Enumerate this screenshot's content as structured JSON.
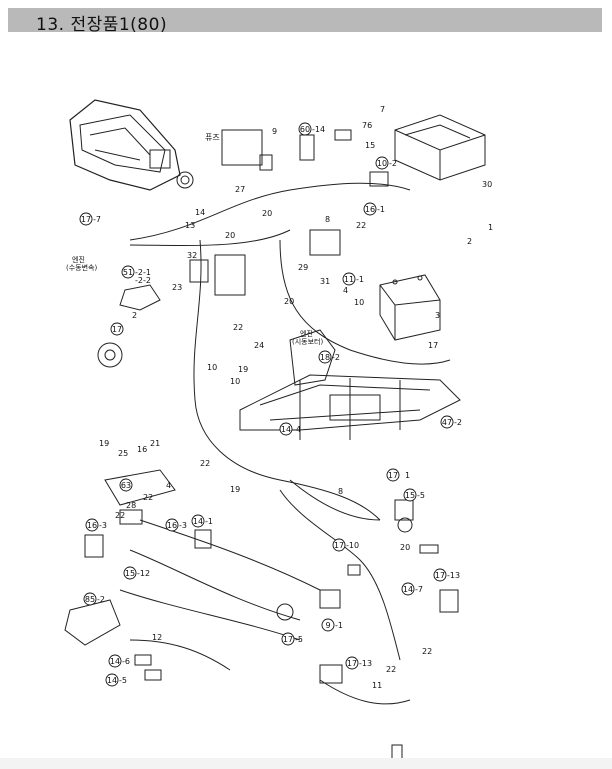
{
  "header": {
    "title": "13. 전장품1(80)"
  },
  "labels": {
    "fuse": "퓨즈",
    "engine_manual": "엔진\n(수동변속)",
    "engine_hst": "엔진\n(시동보터)"
  },
  "callouts": [
    {
      "id": "c7",
      "text": "7",
      "circled": false
    },
    {
      "id": "c60-14",
      "text": "60",
      "suffix": "-14",
      "circled": true
    },
    {
      "id": "c76",
      "text": "76",
      "circled": false
    },
    {
      "id": "c15",
      "text": "15",
      "circled": false
    },
    {
      "id": "c9",
      "text": "9",
      "circled": false
    },
    {
      "id": "c27",
      "text": "27",
      "circled": false
    },
    {
      "id": "c14a",
      "text": "14",
      "circled": false
    },
    {
      "id": "c13",
      "text": "13",
      "circled": false
    },
    {
      "id": "c10-2",
      "text": "10",
      "suffix": "-2",
      "circled": true
    },
    {
      "id": "c16-1",
      "text": "16",
      "suffix": "-1",
      "circled": true
    },
    {
      "id": "c30",
      "text": "30",
      "circled": false
    },
    {
      "id": "c1",
      "text": "1",
      "circled": false
    },
    {
      "id": "c2a",
      "text": "2",
      "circled": false
    },
    {
      "id": "c17-7",
      "text": "17",
      "suffix": "-7",
      "circled": true
    },
    {
      "id": "c20a",
      "text": "20",
      "circled": false
    },
    {
      "id": "c8a",
      "text": "8",
      "circled": false
    },
    {
      "id": "c22a",
      "text": "22",
      "circled": false
    },
    {
      "id": "c20b",
      "text": "20",
      "circled": false
    },
    {
      "id": "c32",
      "text": "32",
      "circled": false
    },
    {
      "id": "c29",
      "text": "29",
      "circled": false
    },
    {
      "id": "c11-1",
      "text": "11",
      "suffix": "-1",
      "circled": true
    },
    {
      "id": "c4a",
      "text": "4",
      "circled": false
    },
    {
      "id": "c10a",
      "text": "10",
      "circled": false
    },
    {
      "id": "c31",
      "text": "31",
      "circled": false
    },
    {
      "id": "c51",
      "text": "51",
      "suffix": "-2-1\n-2-2",
      "circled": true
    },
    {
      "id": "c2b",
      "text": "2",
      "circled": false
    },
    {
      "id": "c23",
      "text": "23",
      "circled": false
    },
    {
      "id": "c20c",
      "text": "20",
      "circled": false
    },
    {
      "id": "c3",
      "text": "3",
      "circled": false
    },
    {
      "id": "c17a",
      "text": "17",
      "circled": true
    },
    {
      "id": "c22b",
      "text": "22",
      "circled": false
    },
    {
      "id": "c24",
      "text": "24",
      "circled": false
    },
    {
      "id": "c18-2",
      "text": "18",
      "suffix": "-2",
      "circled": true
    },
    {
      "id": "c17b",
      "text": "17",
      "circled": false
    },
    {
      "id": "c10b",
      "text": "10",
      "circled": false
    },
    {
      "id": "c19a",
      "text": "19",
      "circled": false
    },
    {
      "id": "c10c",
      "text": "10",
      "circled": false
    },
    {
      "id": "c47-2",
      "text": "47",
      "suffix": "-2",
      "circled": true
    },
    {
      "id": "c14-4",
      "text": "14",
      "suffix": "-4",
      "circled": true
    },
    {
      "id": "c19b",
      "text": "19",
      "circled": false
    },
    {
      "id": "c25",
      "text": "25",
      "circled": false
    },
    {
      "id": "c16",
      "text": "16",
      "circled": false
    },
    {
      "id": "c21",
      "text": "21",
      "circled": false
    },
    {
      "id": "c22c",
      "text": "22",
      "circled": false
    },
    {
      "id": "c63",
      "text": "63",
      "circled": true
    },
    {
      "id": "c4b",
      "text": "4",
      "circled": false
    },
    {
      "id": "c19c",
      "text": "19",
      "circled": false
    },
    {
      "id": "c8b",
      "text": "8",
      "circled": false
    },
    {
      "id": "c17c",
      "text": "17",
      "circled": true
    },
    {
      "id": "c1b",
      "text": "1",
      "circled": false
    },
    {
      "id": "c15-5",
      "text": "15",
      "suffix": "-5",
      "circled": true
    },
    {
      "id": "c22d",
      "text": "22",
      "circled": false
    },
    {
      "id": "c28",
      "text": "28",
      "circled": false
    },
    {
      "id": "c16-3a",
      "text": "16",
      "suffix": "-3",
      "circled": true
    },
    {
      "id": "c22e",
      "text": "22",
      "circled": false
    },
    {
      "id": "c16-3b",
      "text": "16",
      "suffix": "-3",
      "circled": true
    },
    {
      "id": "c14-1",
      "text": "14",
      "suffix": "-1",
      "circled": true
    },
    {
      "id": "c17-10",
      "text": "17",
      "suffix": "-10",
      "circled": true
    },
    {
      "id": "c20d",
      "text": "20",
      "circled": false
    },
    {
      "id": "c15-12",
      "text": "15",
      "suffix": "-12",
      "circled": true
    },
    {
      "id": "c14-7",
      "text": "14",
      "suffix": "-7",
      "circled": true
    },
    {
      "id": "c17-13a",
      "text": "17",
      "suffix": "-13",
      "circled": true
    },
    {
      "id": "c85-2",
      "text": "85",
      "suffix": "-2",
      "circled": true
    },
    {
      "id": "c9-1",
      "text": "9",
      "suffix": "-1",
      "circled": true
    },
    {
      "id": "c17-5",
      "text": "17",
      "suffix": "-5",
      "circled": true
    },
    {
      "id": "c12",
      "text": "12",
      "circled": false
    },
    {
      "id": "c14-6",
      "text": "14",
      "suffix": "-6",
      "circled": true
    },
    {
      "id": "c14-5",
      "text": "14",
      "suffix": "-5",
      "circled": true
    },
    {
      "id": "c17-13b",
      "text": "17",
      "suffix": "-13",
      "circled": true
    },
    {
      "id": "c22f",
      "text": "22",
      "circled": false
    },
    {
      "id": "c22g",
      "text": "22",
      "circled": false
    },
    {
      "id": "c11",
      "text": "11",
      "circled": false
    }
  ]
}
